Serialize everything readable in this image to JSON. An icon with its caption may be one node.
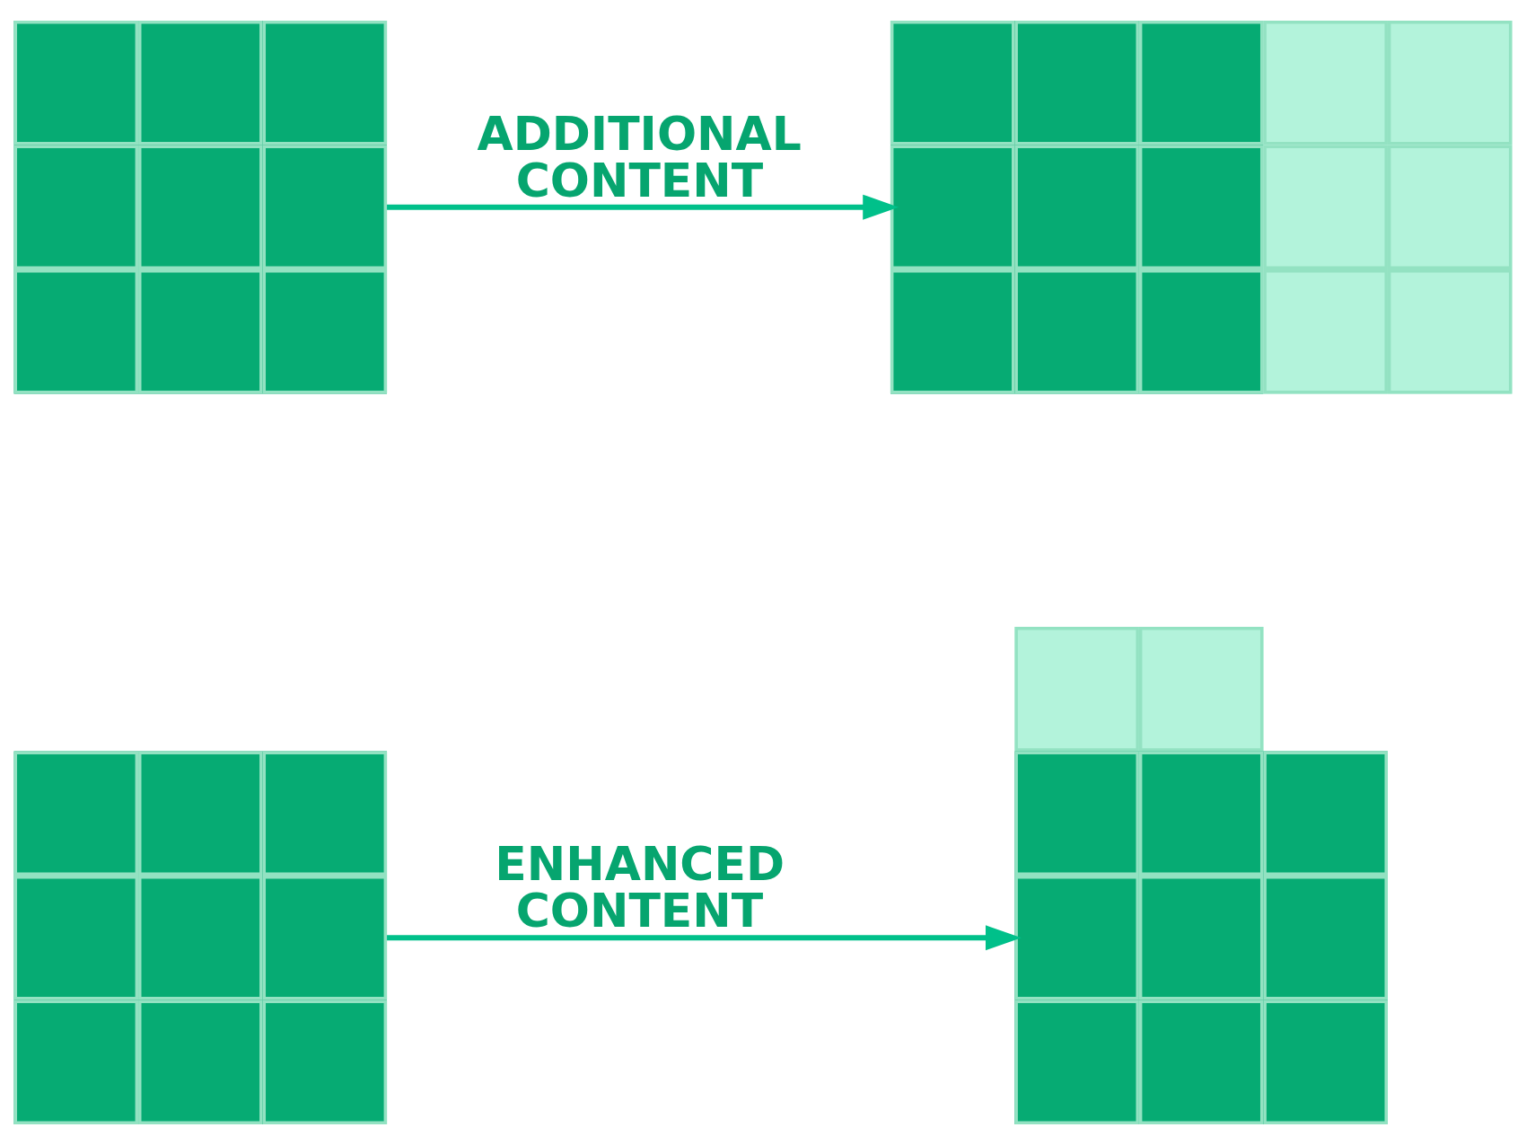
{
  "diagram": {
    "nodes": [
      {
        "text": [],
        "shape": "grid"
      },
      {
        "text": [],
        "shape": "grid"
      },
      {
        "text": [],
        "shape": "grid"
      },
      {
        "text": [],
        "shape": "grid"
      }
    ],
    "edges": [
      {
        "from": 0,
        "to": 1,
        "arrow": "to",
        "label": "ADDITIONAL CONTENT"
      },
      {
        "from": 2,
        "to": 3,
        "arrow": "to",
        "label": "ENHANCED CONTENT"
      }
    ]
  }
}
